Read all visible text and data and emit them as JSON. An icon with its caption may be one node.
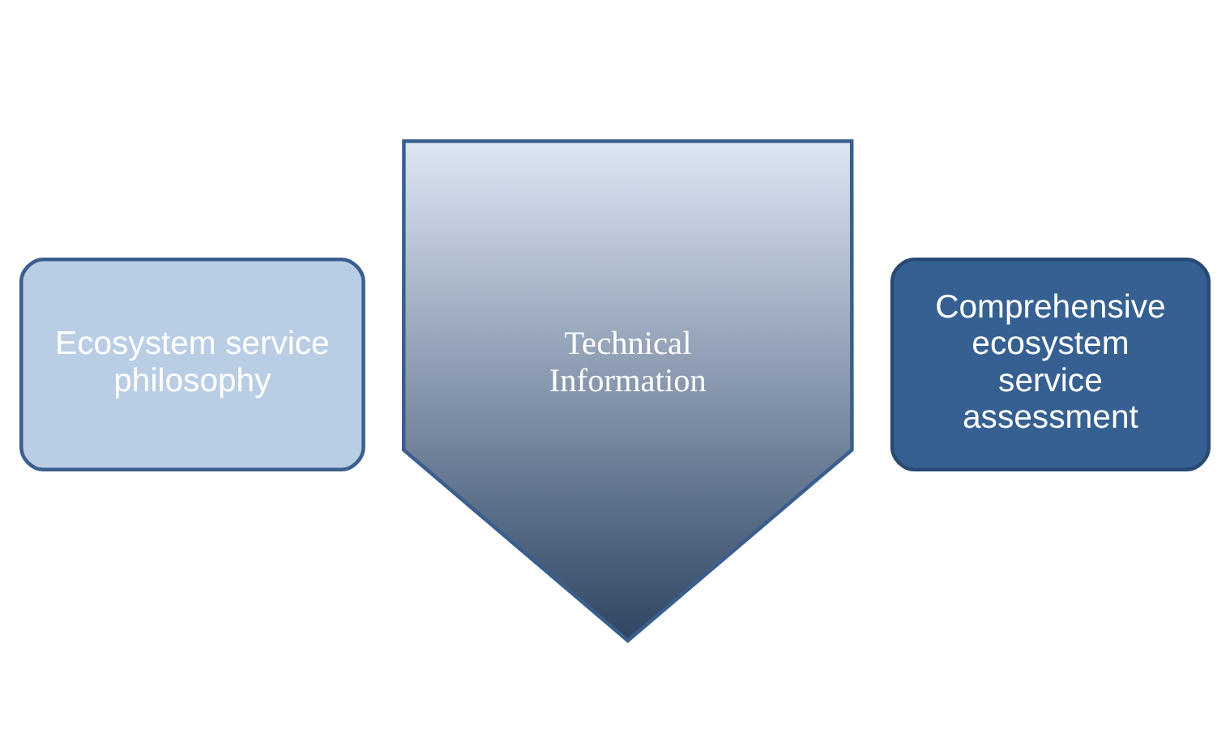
{
  "diagram": {
    "nodes": [
      {
        "text": [
          "Ecosystem service philosophy"
        ]
      },
      {
        "text": [
          "Technical Information"
        ]
      },
      {
        "text": [
          "Comprehensive ecosystem service assessment"
        ]
      }
    ]
  }
}
